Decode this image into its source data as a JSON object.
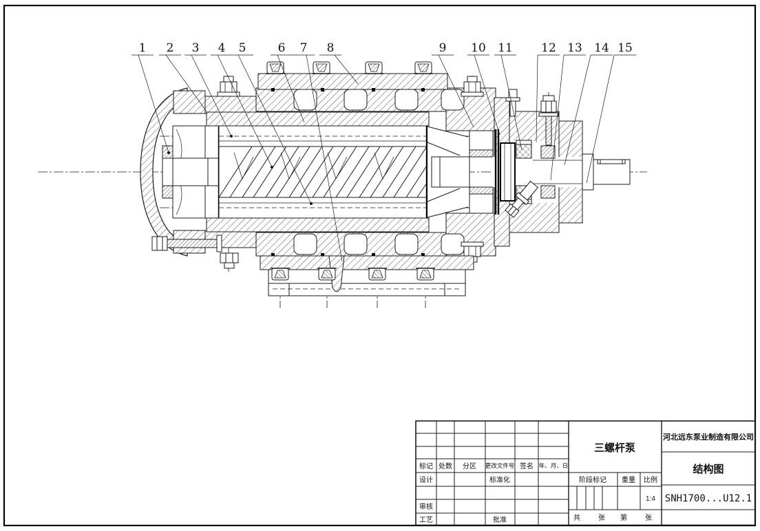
{
  "title_block": {
    "company": "河北远东泵业制造有限公司",
    "product_name": "三螺杆泵",
    "drawing_title": "结构图",
    "drawing_number": "SNH1700...U12.1",
    "scale_value": "1:4",
    "revision_headers": {
      "mark": "标记",
      "count": "处数",
      "zone": "分区",
      "change_doc_no": "更改文件号",
      "signature": "签名",
      "date": "年、月、日"
    },
    "roles": {
      "design": "设计",
      "standardization": "标准化",
      "check": "审核",
      "process": "工艺",
      "approve": "批准"
    },
    "stage": {
      "stage_mark": "阶段标记",
      "weight": "重量",
      "scale": "比例"
    },
    "sheets": {
      "total_prefix": "共",
      "sheet_word_1": "张",
      "index_prefix": "第",
      "sheet_word_2": "张"
    }
  },
  "drawing": {
    "part_labels": [
      "1",
      "2",
      "3",
      "4",
      "5",
      "6",
      "7",
      "8",
      "9",
      "10",
      "11",
      "12",
      "13",
      "14",
      "15"
    ]
  }
}
